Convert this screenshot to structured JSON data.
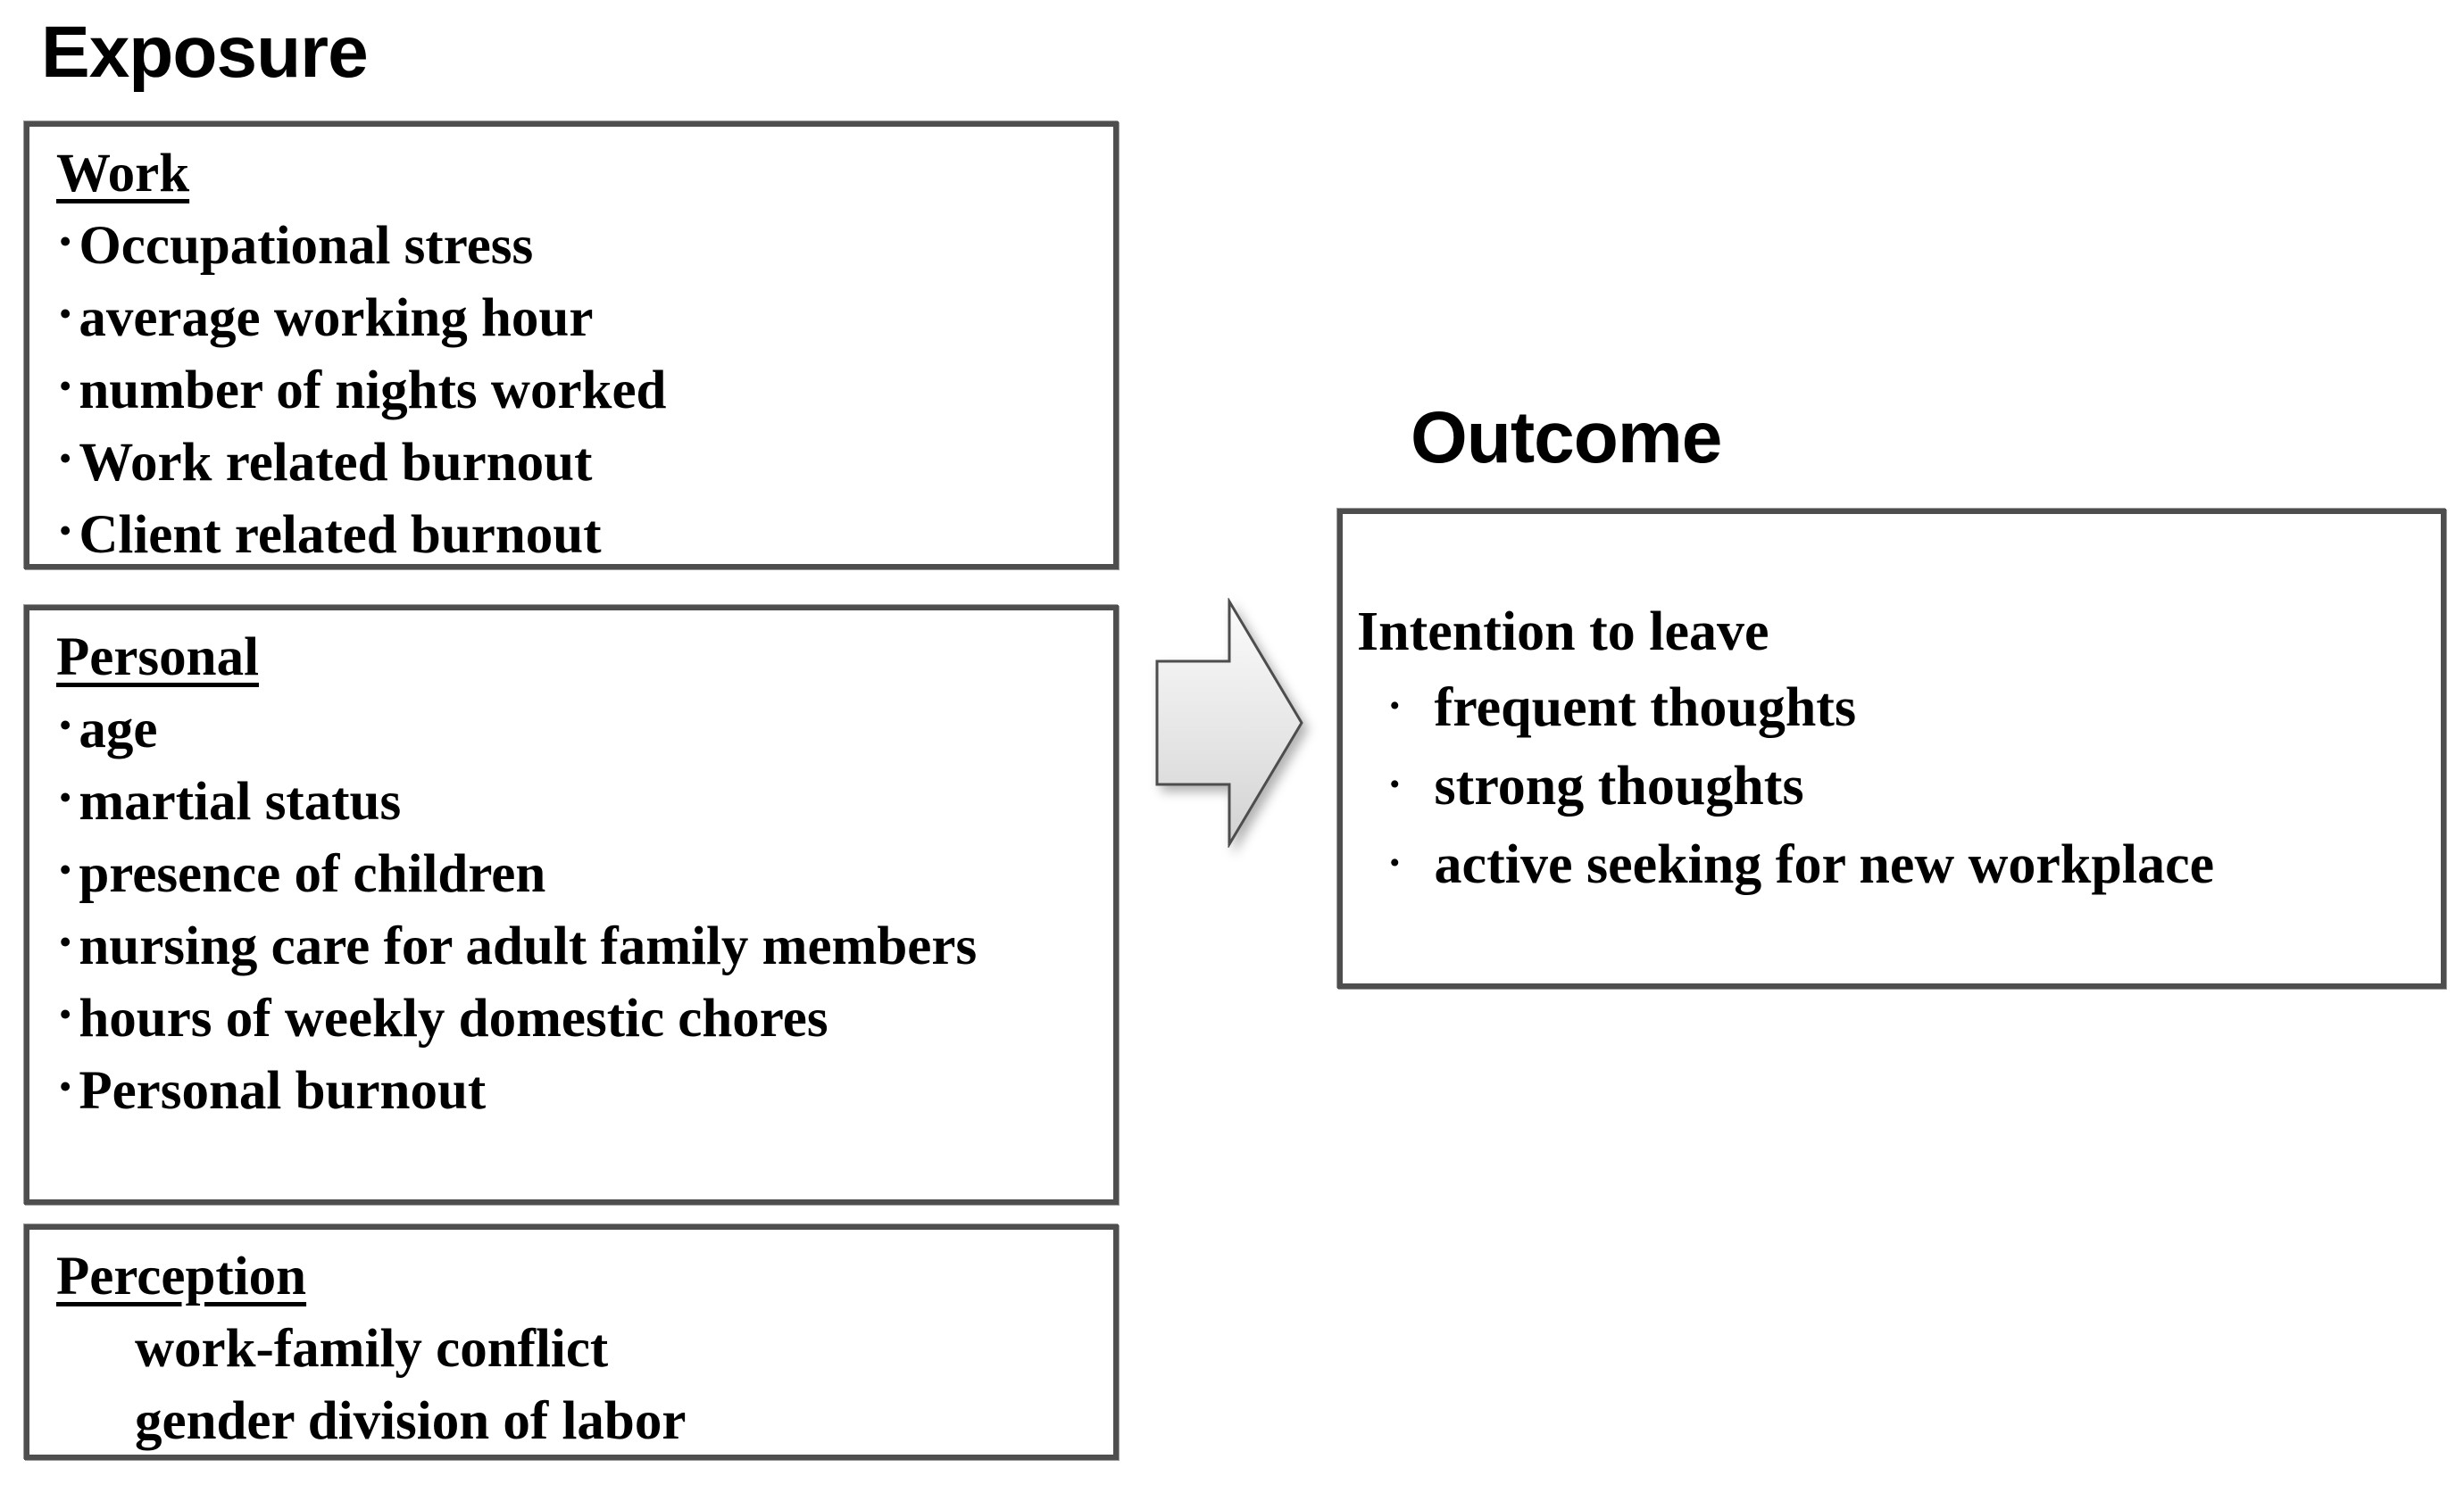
{
  "diagram": {
    "exposure_label": "Exposure",
    "outcome_label": "Outcome",
    "bullet": "·",
    "exposure_boxes": [
      {
        "title": "Work",
        "items": [
          "Occupational stress",
          "average working hour",
          "number of nights worked",
          "Work related burnout",
          "Client related burnout"
        ]
      },
      {
        "title": "Personal",
        "items": [
          "age",
          "martial status",
          "presence of children",
          "nursing care for adult family members",
          "hours of weekly domestic chores",
          "Personal burnout"
        ]
      },
      {
        "title": "Perception",
        "items": [
          "work-family conflict",
          "gender division of labor"
        ]
      }
    ],
    "outcome_box": {
      "title": "Intention to leave",
      "items": [
        "frequent thoughts",
        "strong thoughts",
        "active seeking for new workplace"
      ]
    },
    "arrow": {
      "shape": "right-block-arrow"
    },
    "colors": {
      "text": "#000000",
      "background": "#ffffff",
      "box_border": "#4e4e4e",
      "arrow_fill_top": "#fbfbfb",
      "arrow_fill_bottom": "#d2d2d2",
      "arrow_stroke": "#4d4d4d"
    }
  }
}
